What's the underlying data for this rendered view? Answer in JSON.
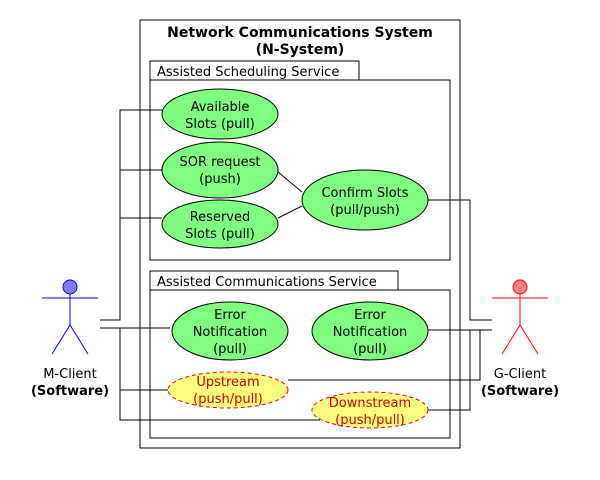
{
  "system": {
    "title": "Network Communications System",
    "subtitle": "(N-System)"
  },
  "packages": {
    "scheduling": {
      "label": "Assisted Scheduling Service"
    },
    "communications": {
      "label": "Assisted Communications Service"
    }
  },
  "use_cases": {
    "available_slots": {
      "line1": "Available",
      "line2": "Slots (pull)"
    },
    "sor_request": {
      "line1": "SOR request",
      "line2": "(push)"
    },
    "reserved_slots": {
      "line1": "Reserved",
      "line2": "Slots (pull)"
    },
    "confirm_slots": {
      "line1": "Confirm Slots",
      "line2": "(pull/push)"
    },
    "error_notification_m": {
      "line1": "Error",
      "line2": "Notification",
      "line3": "(pull)"
    },
    "error_notification_g": {
      "line1": "Error",
      "line2": "Notification",
      "line3": "(pull)"
    },
    "upstream": {
      "line1": "Upstream",
      "line2": "(push/pull)"
    },
    "downstream": {
      "line1": "Downstream",
      "line2": "(push/pull)"
    }
  },
  "actors": {
    "m_client": {
      "name": "M-Client",
      "role": "(Software)"
    },
    "g_client": {
      "name": "G-Client",
      "role": "(Software)"
    }
  },
  "colors": {
    "use_case_fill": "#80ff80",
    "use_case_alt_fill": "#ffff80",
    "use_case_alt_text": "#cc0000",
    "use_case_alt_stroke": "#ff0000",
    "m_client_head": "#8080ff",
    "m_client_stroke": "#0000ff",
    "g_client_head": "#ff8080",
    "g_client_stroke": "#ff0000"
  }
}
